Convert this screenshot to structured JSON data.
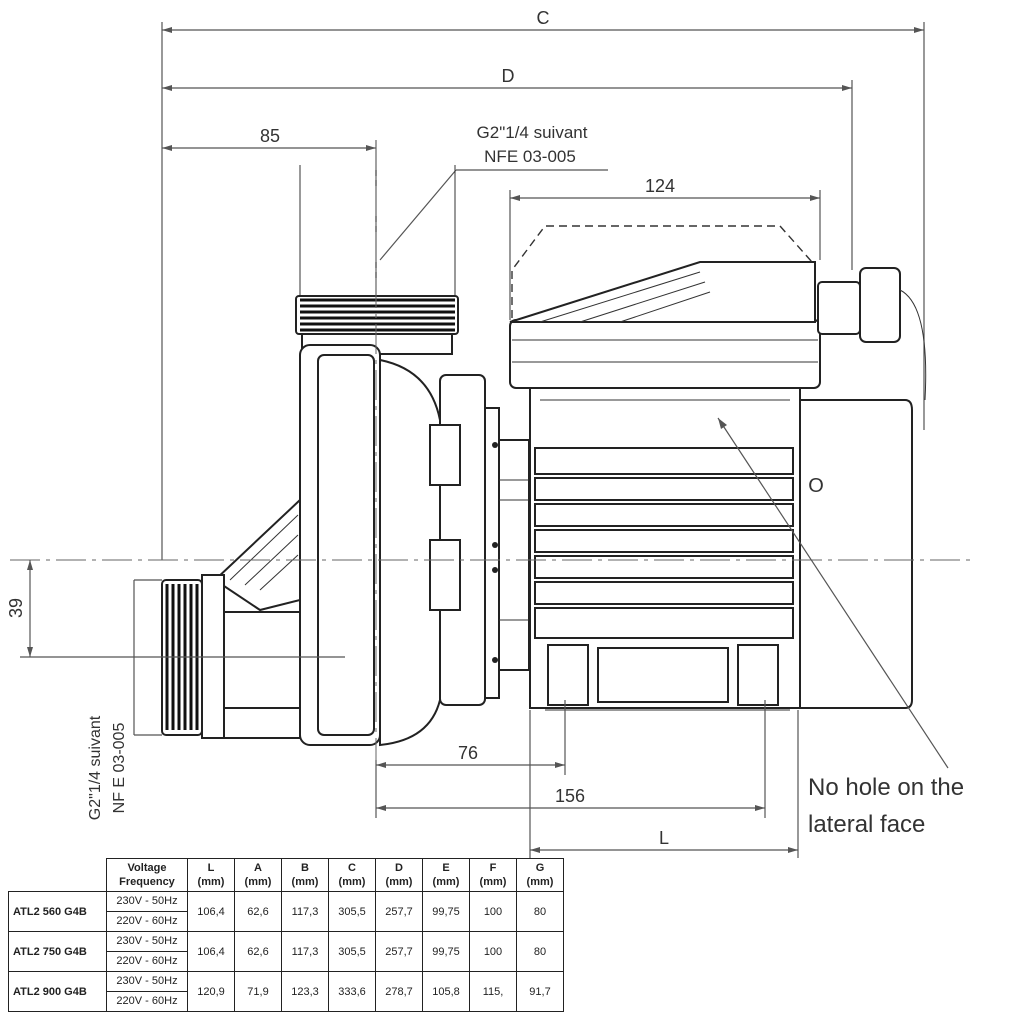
{
  "drawing": {
    "labels": {
      "c": "C",
      "d": "D",
      "dim_85": "85",
      "thread_top_1": "G2\"1/4 suivant",
      "thread_top_2": "NFE 03-005",
      "dim_124": "124",
      "dim_39": "39",
      "thread_side_1": "G2\"1/4  suivant",
      "thread_side_2": "NF E 03-005",
      "dim_76": "76",
      "dim_156": "156",
      "l": "L",
      "motor_mark": "O"
    },
    "note_line1": "No hole on the",
    "note_line2": "lateral face"
  },
  "table": {
    "headers": [
      {
        "line1": "Voltage",
        "line2": "Frequency"
      },
      {
        "line1": "L",
        "line2": "(mm)"
      },
      {
        "line1": "A",
        "line2": "(mm)"
      },
      {
        "line1": "B",
        "line2": "(mm)"
      },
      {
        "line1": "C",
        "line2": "(mm)"
      },
      {
        "line1": "D",
        "line2": "(mm)"
      },
      {
        "line1": "E",
        "line2": "(mm)"
      },
      {
        "line1": "F",
        "line2": "(mm)"
      },
      {
        "line1": "G",
        "line2": "(mm)"
      }
    ],
    "rows": [
      {
        "model": "ATL2 560 G4B",
        "voltage1": "230V - 50Hz",
        "voltage2": "220V - 60Hz",
        "values": [
          "106,4",
          "62,6",
          "117,3",
          "305,5",
          "257,7",
          "99,75",
          "100",
          "80"
        ]
      },
      {
        "model": "ATL2 750 G4B",
        "voltage1": "230V - 50Hz",
        "voltage2": "220V - 60Hz",
        "values": [
          "106,4",
          "62,6",
          "117,3",
          "305,5",
          "257,7",
          "99,75",
          "100",
          "80"
        ]
      },
      {
        "model": "ATL2 900 G4B",
        "voltage1": "230V - 50Hz",
        "voltage2": "220V - 60Hz",
        "values": [
          "120,9",
          "71,9",
          "123,3",
          "333,6",
          "278,7",
          "105,8",
          "115,",
          "91,7"
        ]
      }
    ]
  }
}
